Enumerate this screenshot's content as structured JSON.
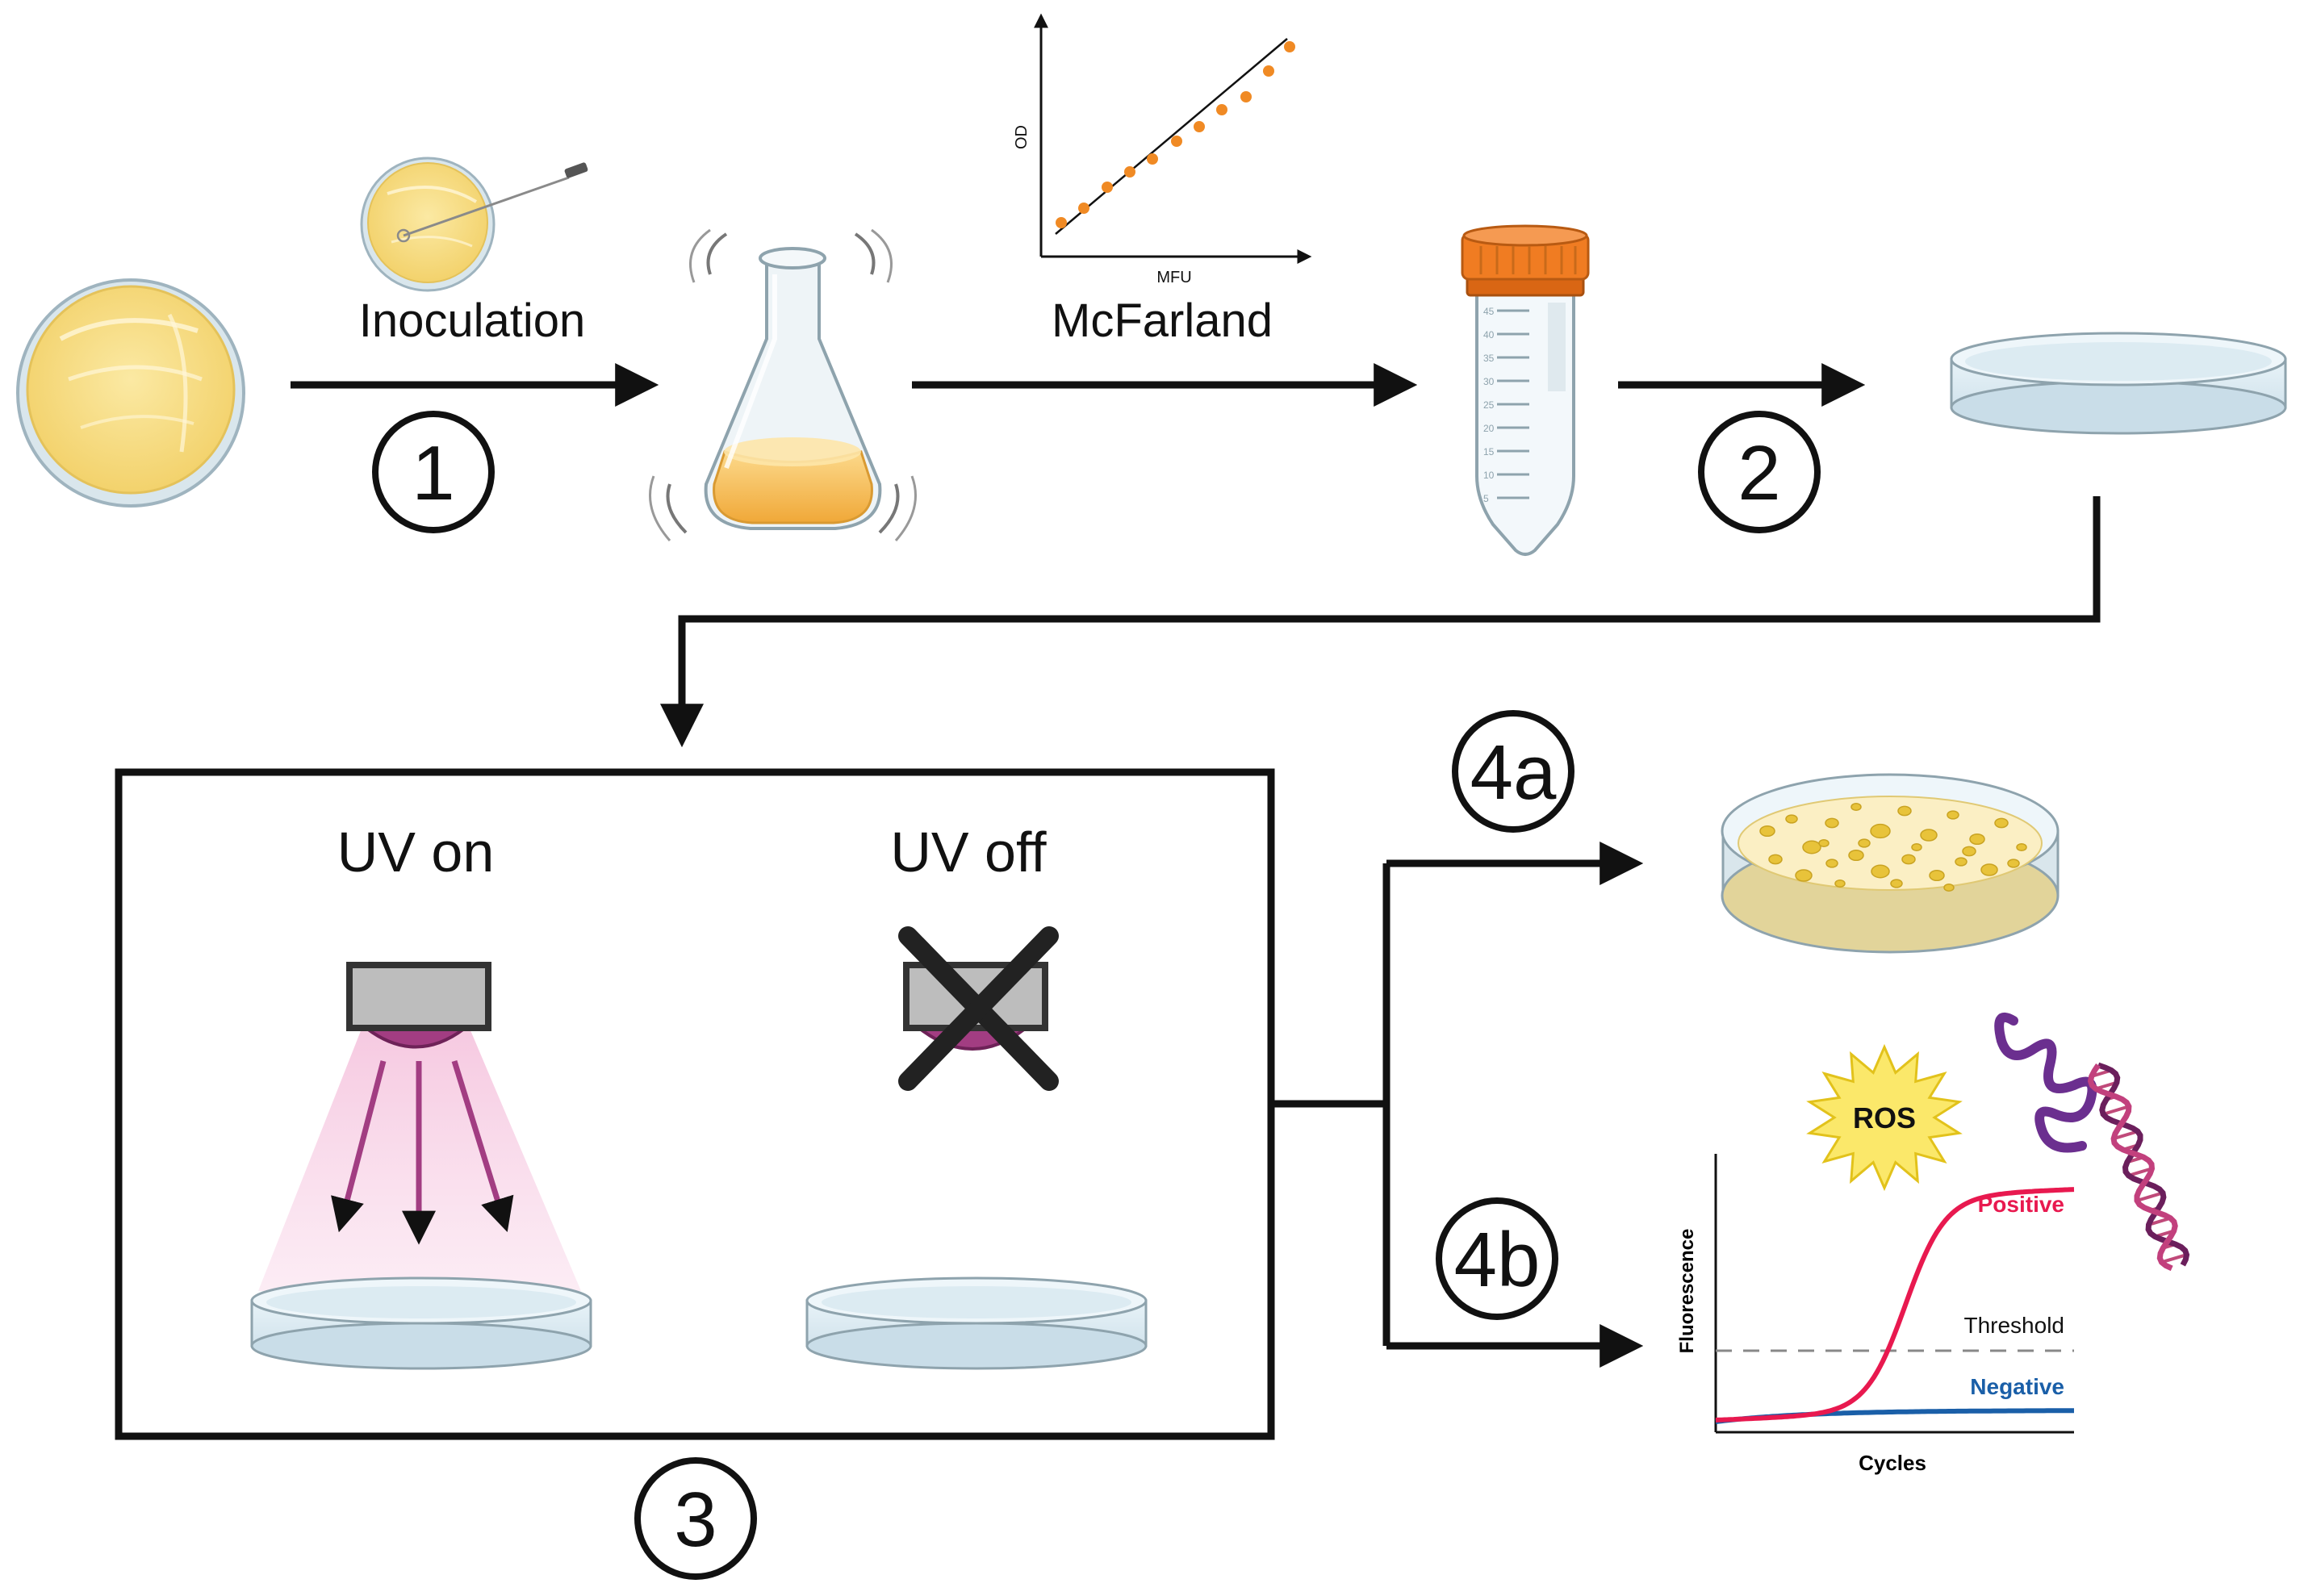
{
  "steps": {
    "inoculation": "Inoculation",
    "mcfarland": "McFarland",
    "uv_on": "UV on",
    "uv_off": "UV off",
    "step1": "1",
    "step2": "2",
    "step3": "3",
    "step4a": "4a",
    "step4b": "4b"
  },
  "mcfarland_plot": {
    "ylabel": "OD",
    "xlabel": "MFU"
  },
  "qpcr": {
    "ylabel": "Fluorescence",
    "xlabel": "Cycles",
    "positive": "Positive",
    "negative": "Negative",
    "threshold": "Threshold",
    "ros": "ROS"
  },
  "tube_ticks": [
    "45",
    "40",
    "35",
    "30",
    "25",
    "20",
    "15",
    "10",
    "5"
  ],
  "colors": {
    "positive": "#e8194f",
    "negative": "#1a5fa8",
    "threshold": "#888888",
    "uv": "#a23d82",
    "agar": "#f6dc7a",
    "cap": "#f07c22",
    "points": "#f08a24"
  }
}
